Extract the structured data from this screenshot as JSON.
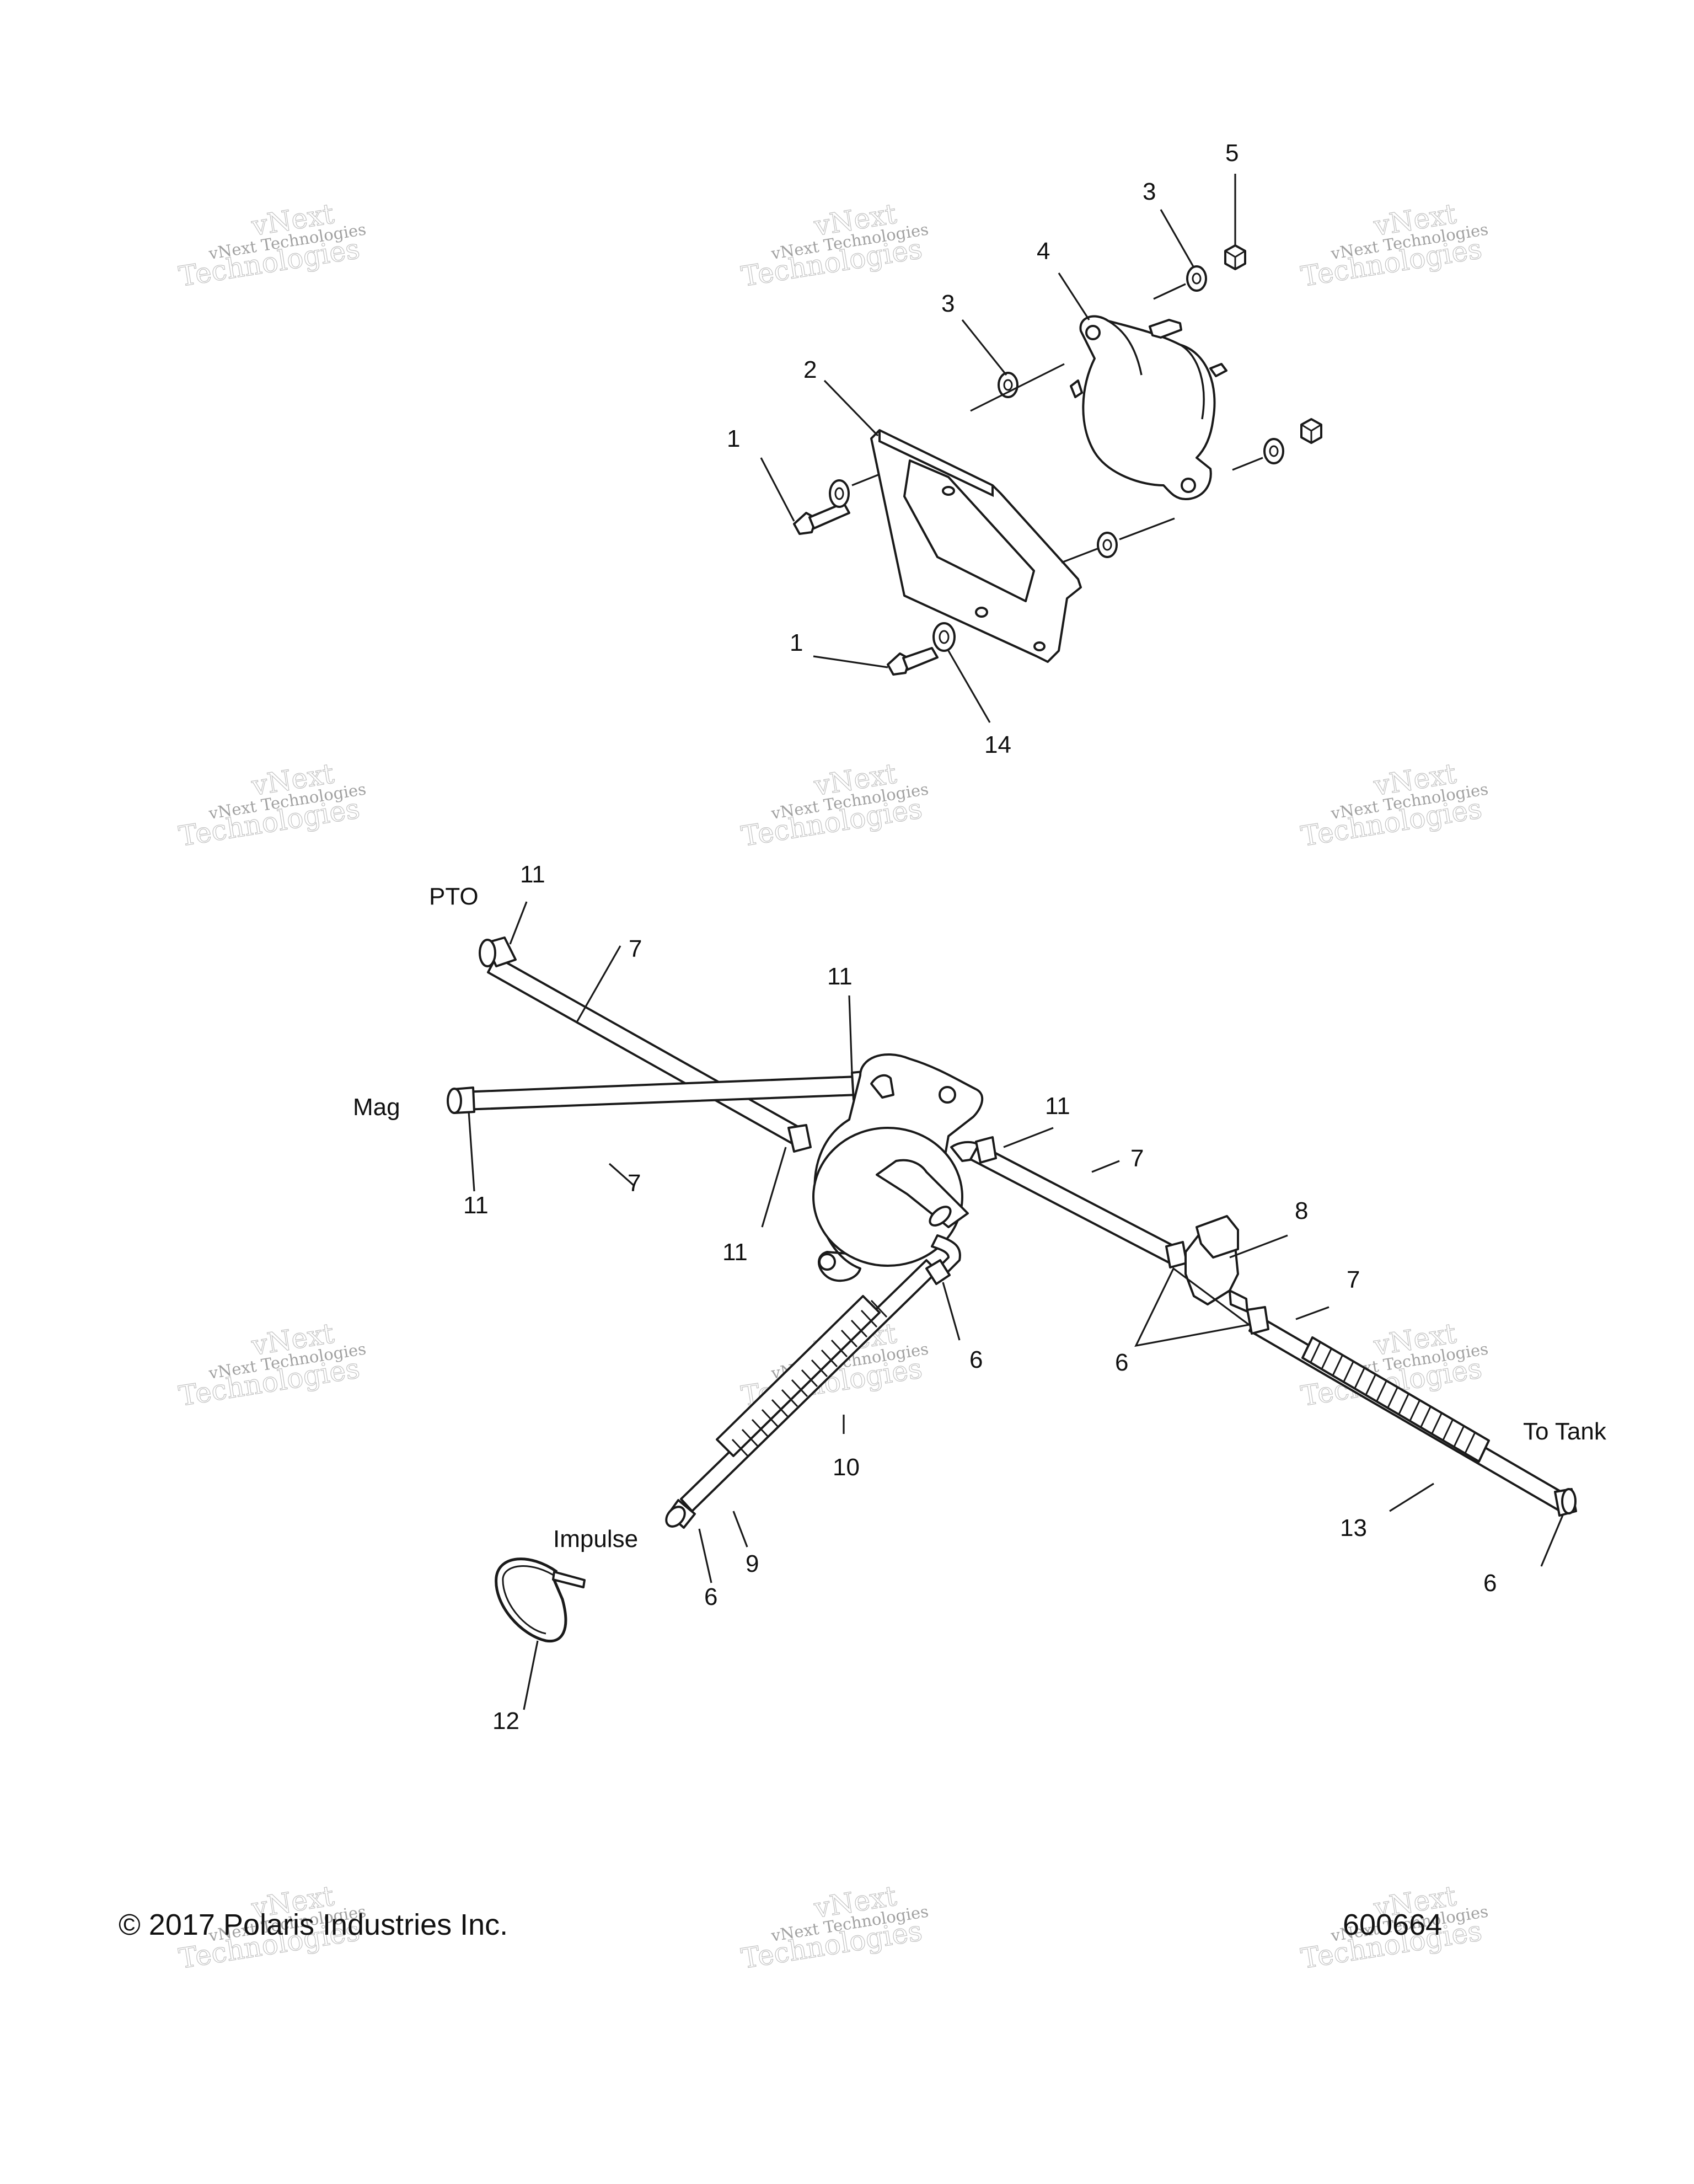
{
  "callouts": {
    "c1a": "1",
    "c1b": "1",
    "c2": "2",
    "c3a": "3",
    "c3b": "3",
    "c4": "4",
    "c5": "5",
    "c14": "14",
    "c11a": "11",
    "c11b": "11",
    "c11c": "11",
    "c11d": "11",
    "c11e": "11",
    "c7a": "7",
    "c7b": "7",
    "c7c": "7",
    "c7d": "7",
    "c8": "8",
    "c6a": "6",
    "c6b": "6",
    "c6c": "6",
    "c6d": "6",
    "c9": "9",
    "c10": "10",
    "c12": "12",
    "c13": "13"
  },
  "labels": {
    "pto": "PTO",
    "mag": "Mag",
    "impulse": "Impulse",
    "to_tank": "To Tank"
  },
  "watermark": {
    "line1": "vNext Technologies",
    "line2": "Technologies",
    "line3": "vNext"
  },
  "footer": {
    "copyright": "© 2017 Polaris Industries Inc.",
    "figure_number": "600664"
  }
}
